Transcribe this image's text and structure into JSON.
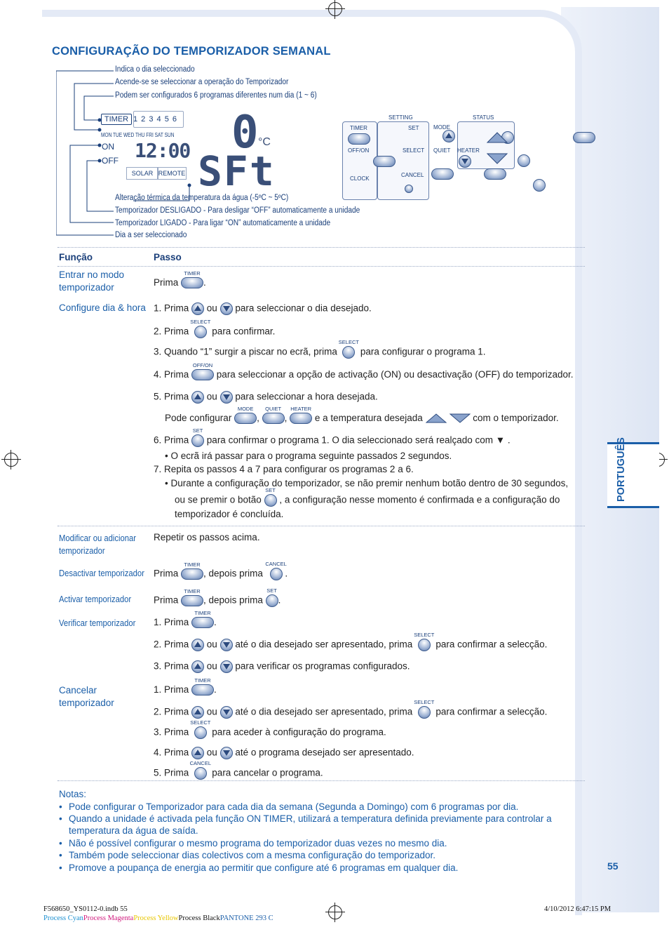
{
  "heading": "CONFIGURAÇÃO DO TEMPORIZADOR SEMANAL",
  "side_tab": "PORTUGUÊS",
  "page_number": "55",
  "callouts_top": [
    "Indica o dia seleccionado",
    "Acende-se se seleccionar a operação do Temporizador",
    "Podem ser configurados 6 programas diferentes num dia (1 ~ 6)"
  ],
  "callouts_bottom": [
    "Alteração térmica da temperatura da água (-5ºC ~ 5ºC)",
    "Temporizador DESLIGADO - Para desligar “OFF” automaticamente a unidade",
    "Temporizador LIGADO - Para ligar “ON” automaticamente a unidade",
    "Dia a ser seleccionado"
  ],
  "lcd": {
    "timer": "TIMER",
    "programs": "1 2 3 4 5 6",
    "days": "MON TUE WED THU FRI  SAT SUN",
    "on": "ON",
    "off": "OFF",
    "clock": "12:00",
    "temp": "0",
    "unit": "°C",
    "code": "SFt",
    "solar": "SOLAR",
    "remote": "REMOTE"
  },
  "remote": {
    "setting": "SETTING",
    "status": "STATUS",
    "timer": "TIMER",
    "set": "SET",
    "mode": "MODE",
    "offon": "OFF/ON",
    "select": "SELECT",
    "quiet": "QUIET",
    "heater": "HEATER",
    "clock": "CLOCK",
    "cancel": "CANCEL"
  },
  "table_headers": {
    "function": "Função",
    "step": "Passo"
  },
  "functions": {
    "enter": "Entrar no modo\ntemporizador",
    "configure": "Configure dia & hora",
    "modify": "Modificar ou adicionar\ntemporizador",
    "deactivate": "Desactivar temporizador",
    "activate": "Activar temporizador",
    "verify": "Verificar temporizador",
    "cancel": "Cancelar\ntemporizador"
  },
  "btn_labels": {
    "timer": "TIMER",
    "select": "SELECT",
    "offon": "OFF/ON",
    "set": "SET",
    "mode": "MODE",
    "quiet": "QUIET",
    "heater": "HEATER",
    "cancel": "CANCEL"
  },
  "steps": {
    "enter_prima": "Prima",
    "enter_dot": ".",
    "c1_a": "1. Prima",
    "c1_ou": "ou",
    "c1_b": "para seleccionar o dia desejado.",
    "c2_a": "2. Prima",
    "c2_b": "para confirmar.",
    "c3_a": "3. Quando “1” surgir a piscar no ecrã, prima",
    "c3_b": "para configurar o programa 1.",
    "c4_a": "4. Prima",
    "c4_b": "para seleccionar a opção de activação (ON) ou desactivação (OFF) do temporizador.",
    "c5_a": "5. Prima",
    "c5_ou": "ou",
    "c5_b": "para seleccionar a hora desejada.",
    "c5s_a": "Pode configurar",
    "c5s_comma1": ",",
    "c5s_comma2": ",",
    "c5s_b": "e a temperatura desejada",
    "c5s_c": "com o temporizador.",
    "c6_a": "6. Prima",
    "c6_b": "para confirmar o programa 1. O dia seleccionado será realçado com ▼ .",
    "c6_bullet": "•  O ecrã irá passar para o programa seguinte passados 2 segundos.",
    "c7": "7. Repita os passos 4 a 7 para configurar os programas 2 a 6.",
    "c7_b1": "•  Durante a configuração do temporizador, se não premir nenhum botão dentro de 30 segundos,",
    "c7_b2a": "ou se premir o botão",
    "c7_b2b": ", a configuração nesse momento é confirmada e a configuração do",
    "c7_b3": "temporizador é concluída.",
    "modify": "Repetir os passos acima.",
    "deact_a": "Prima",
    "deact_b": ", depois prima",
    "deact_c": ".",
    "act_a": "Prima",
    "act_b": ", depois prima",
    "act_c": ".",
    "v1_a": "1. Prima",
    "v1_b": ".",
    "v2_a": "2. Prima",
    "v2_ou": "ou",
    "v2_b": "até o dia desejado ser apresentado, prima",
    "v2_c": "para confirmar a selecção.",
    "v3_a": "3. Prima",
    "v3_ou": "ou",
    "v3_b": "para verificar os programas configurados.",
    "x1_a": "1. Prima",
    "x1_b": ".",
    "x2_a": "2. Prima",
    "x2_ou": "ou",
    "x2_b": "até o dia desejado ser apresentado, prima",
    "x2_c": "para confirmar a selecção.",
    "x3_a": "3. Prima",
    "x3_b": "para aceder à configuração do programa.",
    "x4_a": "4. Prima",
    "x4_ou": "ou",
    "x4_b": "até o programa desejado ser apresentado.",
    "x5_a": "5. Prima",
    "x5_b": "para cancelar o programa."
  },
  "notes_title": "Notas:",
  "notes": [
    "Pode configurar o Temporizador para cada dia da semana (Segunda a Domingo) com 6 programas por dia.",
    "Quando a unidade é activada pela função ON TIMER, utilizará a temperatura definida previamente para controlar a temperatura da água de saída.",
    "Não é possível configurar o mesmo programa do temporizador duas vezes no mesmo dia.",
    "Também pode seleccionar dias colectivos com a mesma configuração do temporizador.",
    "Promove a poupança de energia ao permitir que configure até 6 programas em qualquer dia."
  ],
  "footer": {
    "file": "F568650_YS0112-0.indb   55",
    "date": "4/10/2012   6:47:15 PM",
    "cyan": "Process Cyan",
    "magenta": "Process Magenta",
    "yellow": "Process Yellow",
    "black": "Process Black",
    "pantone": "PANTONE 293 C"
  },
  "colors": {
    "accent": "#1a5ea8",
    "text_dark": "#1a3f7a",
    "panel": "#e4eaf6"
  }
}
